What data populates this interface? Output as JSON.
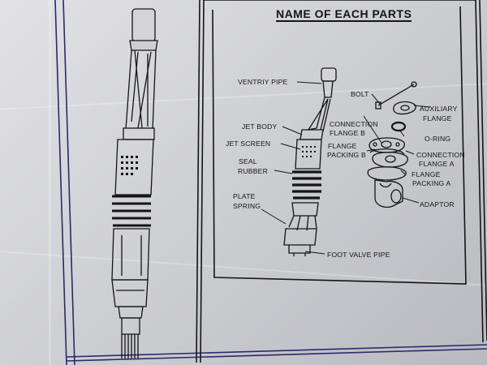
{
  "diagram": {
    "title": "NAME OF EACH PARTS",
    "labels": {
      "ventriy_pipe": "VENTRIY PIPE",
      "bolt": "BOLT",
      "auxiliary_flange_1": "AUXILIARY",
      "auxiliary_flange_2": "FLANGE",
      "jet_body": "JET BODY",
      "connection_flange_b_1": "CONNECTION",
      "connection_flange_b_2": "FLANGE B",
      "o_ring": "O-RING",
      "jet_screen": "JET SCREEN",
      "flange_packing_b_1": "FLANGE",
      "flange_packing_b_2": "PACKING B",
      "connection_flange_a_1": "CONNECTION",
      "connection_flange_a_2": "FLANGE A",
      "seal_rubber_1": "SEAL",
      "seal_rubber_2": "RUBBER",
      "flange_packing_a_1": "FLANGE",
      "flange_packing_a_2": "PACKING A",
      "plate_spring_1": "PLATE",
      "plate_spring_2": "SPRING",
      "adaptor": "ADAPTOR",
      "foot_valve_pipe": "FOOT VALVE PIPE"
    }
  },
  "colors": {
    "paper": "#d6d6da",
    "ink": "#151515",
    "border": "#2a2a6a"
  }
}
